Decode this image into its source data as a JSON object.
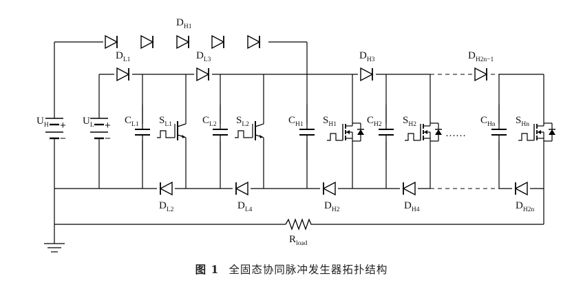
{
  "caption": {
    "figure": "图 1",
    "title": "全固态协同脉冲发生器拓扑结构"
  },
  "labels": {
    "DH1": {
      "main": "D",
      "sub": "H1"
    },
    "DL1": {
      "main": "D",
      "sub": "L1"
    },
    "DL3": {
      "main": "D",
      "sub": "L3"
    },
    "DH3": {
      "main": "D",
      "sub": "H3"
    },
    "DH2n1": {
      "main": "D",
      "sub": "H2n−1"
    },
    "UH": {
      "main": "U",
      "sub": "H"
    },
    "UL": {
      "main": "U",
      "sub": "L"
    },
    "CL1": {
      "main": "C",
      "sub": "L1"
    },
    "SL1": {
      "main": "S",
      "sub": "L1"
    },
    "CL2": {
      "main": "C",
      "sub": "L2"
    },
    "SL2": {
      "main": "S",
      "sub": "L2"
    },
    "CH1": {
      "main": "C",
      "sub": "H1"
    },
    "SH1": {
      "main": "S",
      "sub": "H1"
    },
    "CH2": {
      "main": "C",
      "sub": "H2"
    },
    "SH2": {
      "main": "S",
      "sub": "H2"
    },
    "CHn": {
      "main": "C",
      "sub": "Hn"
    },
    "SHn": {
      "main": "S",
      "sub": "Hn"
    },
    "DL2": {
      "main": "D",
      "sub": "L2"
    },
    "DL4": {
      "main": "D",
      "sub": "L4"
    },
    "DH2": {
      "main": "D",
      "sub": "H2"
    },
    "DH4": {
      "main": "D",
      "sub": "H4"
    },
    "DH2n": {
      "main": "D",
      "sub": "H2n"
    },
    "Rload": {
      "main": "R",
      "sub": "load"
    },
    "plus": "+",
    "minus": "−",
    "ellipsis": "……"
  }
}
